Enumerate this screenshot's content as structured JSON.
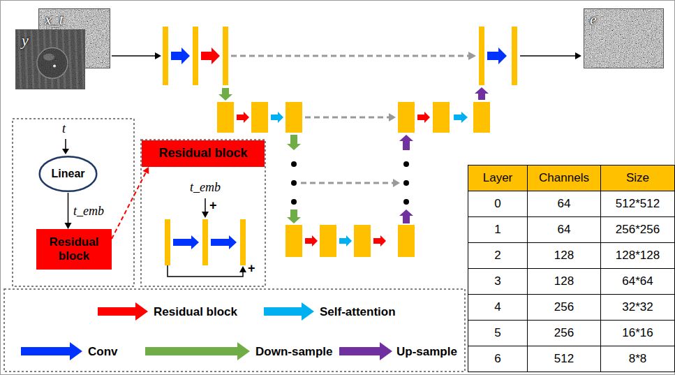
{
  "diagram": {
    "nodes": [
      {
        "text": [
          "x_t"
        ]
      },
      {
        "text": [
          "y"
        ]
      },
      {
        "text": [
          "e"
        ]
      },
      {
        "text": [
          "Linear"
        ]
      },
      {
        "text": [
          "Residual block"
        ]
      },
      {
        "text": [
          "Residual block"
        ]
      }
    ],
    "edges": [
      {
        "from": 3,
        "to": 4,
        "arrow": "to",
        "label": "t_emb"
      },
      {
        "from": 4,
        "to": 5,
        "arrow": "to"
      }
    ],
    "labels": [
      "t",
      "t_emb",
      "+",
      "+",
      "Layer",
      "Channels",
      "Size",
      "0",
      "64",
      "512*512",
      "1",
      "64",
      "256*256",
      "2",
      "128",
      "128*128",
      "3",
      "128",
      "64*64",
      "4",
      "256",
      "32*32",
      "5",
      "256",
      "16*16",
      "6",
      "512",
      "8*8"
    ],
    "legend": [
      {
        "text": "Residual block",
        "color": "#FF0000"
      },
      {
        "text": "Self-attention",
        "color": "#00B0F0"
      },
      {
        "text": "Conv",
        "color": "#0033FF"
      },
      {
        "text": "Down-sample",
        "color": "#70AD47"
      },
      {
        "text": "Up-sample",
        "color": "#7030A0"
      }
    ]
  }
}
